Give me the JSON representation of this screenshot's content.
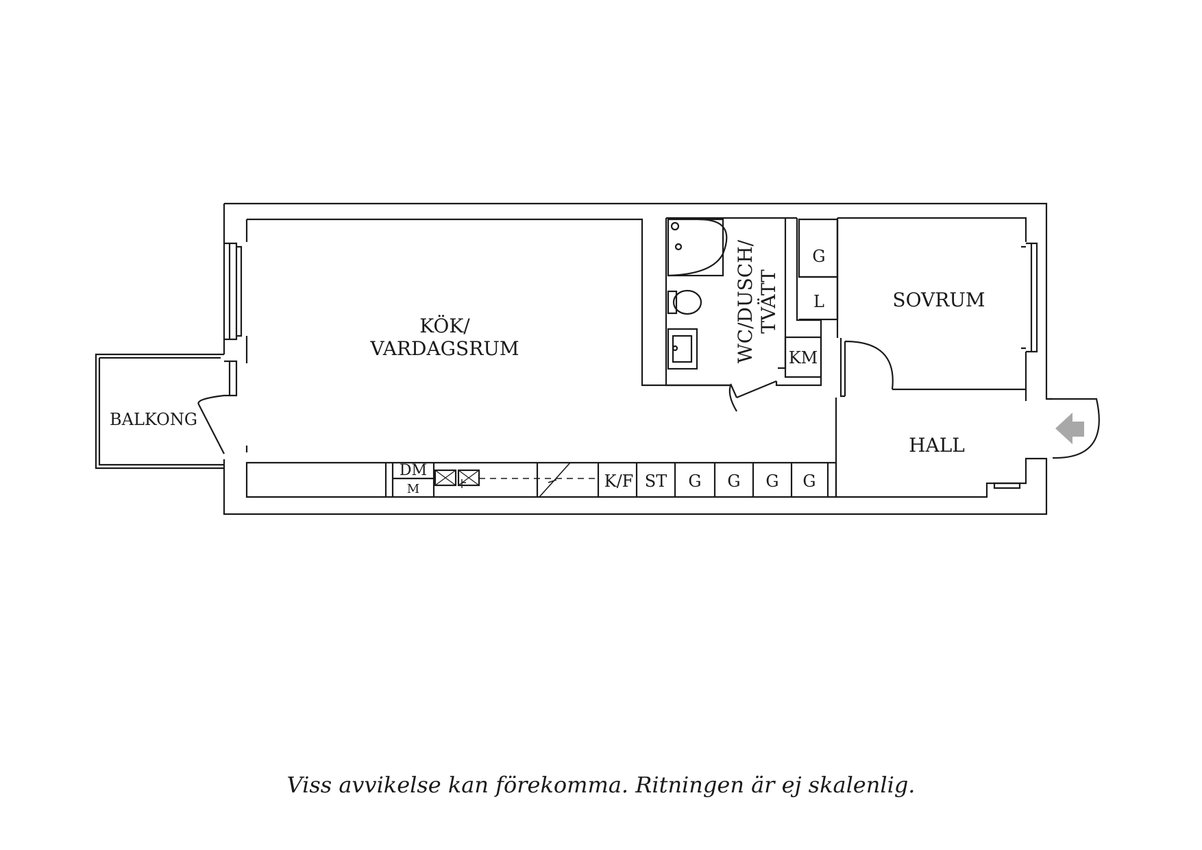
{
  "rooms": {
    "kitchen_line1": "KÖK/",
    "kitchen_line2": "VARDAGSRUM",
    "bath_line1": "WC/DUSCH/",
    "bath_line2": "TVÄTT",
    "bedroom": "SOVRUM",
    "hall": "HALL",
    "balcony": "BALKONG"
  },
  "fixtures": {
    "closet_g_top": "G",
    "closet_l": "L",
    "washer": "KM",
    "dishwasher": "DM",
    "microwave": "M",
    "fridge_freezer": "K/F",
    "stove_closet": "ST",
    "hall_g1": "G",
    "hall_g2": "G",
    "hall_g3": "G",
    "hall_g4": "G"
  },
  "disclaimer": "Viss avvikelse kan förekomma. Ritningen är ej skalenlig.",
  "colors": {
    "line": "#1a1a1a",
    "entrance_arrow": "#a8a8a8"
  }
}
